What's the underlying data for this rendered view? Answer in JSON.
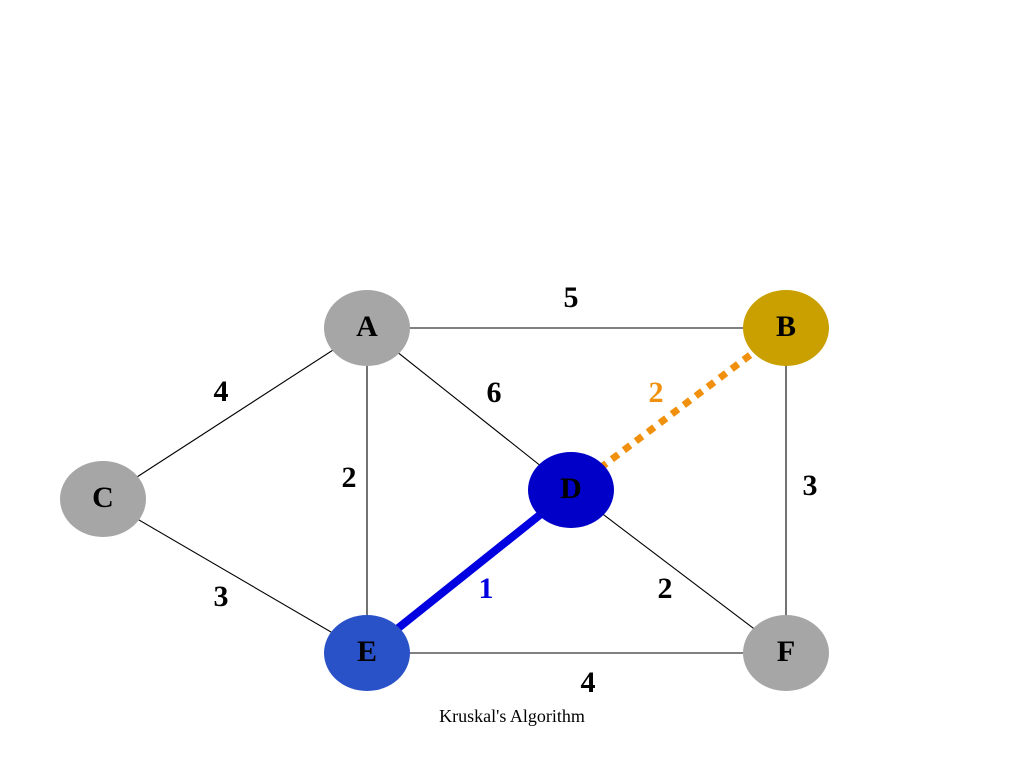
{
  "caption": "Kruskal's Algorithm",
  "nodes": [
    {
      "id": "A",
      "label": "A",
      "fill": "#a6a6a6",
      "text_color": "#000000"
    },
    {
      "id": "B",
      "label": "B",
      "fill": "#c9a000",
      "text_color": "#000000"
    },
    {
      "id": "C",
      "label": "C",
      "fill": "#a6a6a6",
      "text_color": "#000000"
    },
    {
      "id": "D",
      "label": "D",
      "fill": "#0000c8",
      "text_color": "#000000"
    },
    {
      "id": "E",
      "label": "E",
      "fill": "#2a52c8",
      "text_color": "#000000"
    },
    {
      "id": "F",
      "label": "F",
      "fill": "#a6a6a6",
      "text_color": "#000000"
    }
  ],
  "edges": [
    {
      "from": "A",
      "to": "B",
      "weight": "5",
      "style": "normal",
      "color": "#000000"
    },
    {
      "from": "A",
      "to": "C",
      "weight": "4",
      "style": "normal",
      "color": "#000000"
    },
    {
      "from": "A",
      "to": "D",
      "weight": "6",
      "style": "normal",
      "color": "#000000"
    },
    {
      "from": "A",
      "to": "E",
      "weight": "2",
      "style": "normal",
      "color": "#000000"
    },
    {
      "from": "C",
      "to": "E",
      "weight": "3",
      "style": "normal",
      "color": "#000000"
    },
    {
      "from": "B",
      "to": "D",
      "weight": "2",
      "style": "candidate",
      "color": "#f0900c"
    },
    {
      "from": "B",
      "to": "F",
      "weight": "3",
      "style": "normal",
      "color": "#000000"
    },
    {
      "from": "D",
      "to": "E",
      "weight": "1",
      "style": "selected",
      "color": "#0000e0"
    },
    {
      "from": "D",
      "to": "F",
      "weight": "2",
      "style": "normal",
      "color": "#000000"
    },
    {
      "from": "E",
      "to": "F",
      "weight": "4",
      "style": "normal",
      "color": "#000000"
    }
  ]
}
